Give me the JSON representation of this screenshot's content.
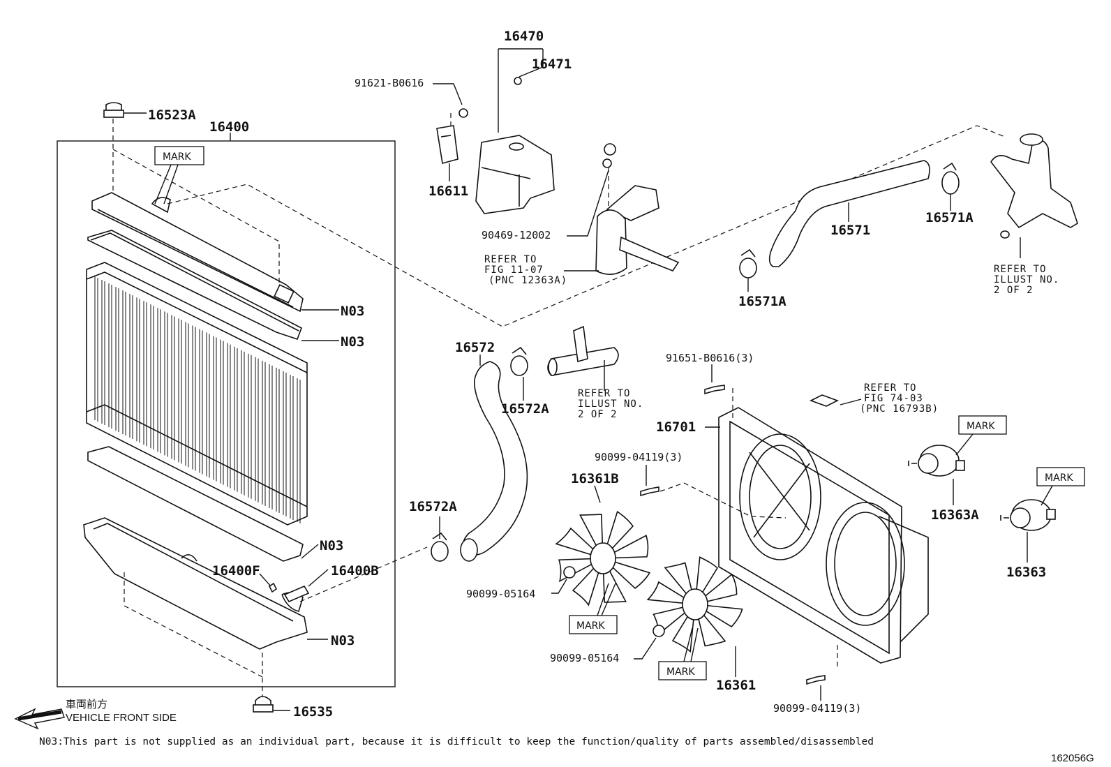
{
  "labels": {
    "p16470": "16470",
    "p16471": "16471",
    "p91621": "91621-B0616",
    "p16523A": "16523A",
    "p16400": "16400",
    "p16611": "16611",
    "p90469": "90469-12002",
    "ref1107": [
      "REFER TO",
      "FIG 11-07",
      "(PNC 12363A)"
    ],
    "p16571": "16571",
    "p16571A_a": "16571A",
    "p16571A_b": "16571A",
    "refIllust1": [
      "REFER TO",
      "ILLUST NO.",
      "2 OF 2"
    ],
    "nO3_a": "N03",
    "nO3_b": "N03",
    "nO3_c": "N03",
    "nO3_d": "N03",
    "p16572": "16572",
    "p16572A_a": "16572A",
    "p16572A_b": "16572A",
    "refIllust2": [
      "REFER TO",
      "ILLUST NO.",
      "2 OF 2"
    ],
    "p91651": "91651-B0616(3)",
    "ref7403": [
      "REFER TO",
      "FIG 74-03",
      "(PNC 16793B)"
    ],
    "p16701": "16701",
    "p90099_04119_a": "90099-04119(3)",
    "p16361B": "16361B",
    "p16363A": "16363A",
    "p16363": "16363",
    "p16400F": "16400F",
    "p16400B": "16400B",
    "p90099_05164_a": "90099-05164",
    "p90099_05164_b": "90099-05164",
    "p16361": "16361",
    "p90099_04119_b": "90099-04119(3)",
    "p16535": "16535",
    "mark": "MARK"
  },
  "footer": {
    "front_jp": "車両前方",
    "front_en": "VEHICLE FRONT SIDE",
    "note": "N03:This part is not supplied as an individual part, because it is difficult to keep the function/quality of parts assembled/disassembled",
    "fig_code": "162056G"
  }
}
